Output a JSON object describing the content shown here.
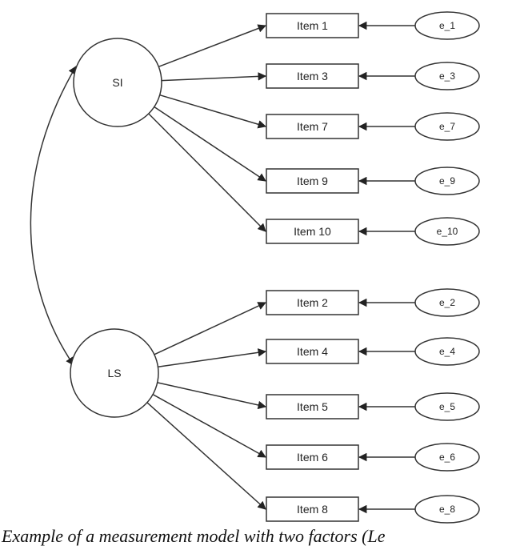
{
  "factors": [
    {
      "id": "SI",
      "label": "SI"
    },
    {
      "id": "LS",
      "label": "LS"
    }
  ],
  "items": [
    {
      "label": "Item 1",
      "factor": "SI",
      "error": "e_1"
    },
    {
      "label": "Item 3",
      "factor": "SI",
      "error": "e_3"
    },
    {
      "label": "Item 7",
      "factor": "SI",
      "error": "e_7"
    },
    {
      "label": "Item 9",
      "factor": "SI",
      "error": "e_9"
    },
    {
      "label": "Item 10",
      "factor": "SI",
      "error": "e_10"
    },
    {
      "label": "Item 2",
      "factor": "LS",
      "error": "e_2"
    },
    {
      "label": "Item 4",
      "factor": "LS",
      "error": "e_4"
    },
    {
      "label": "Item 5",
      "factor": "LS",
      "error": "e_5"
    },
    {
      "label": "Item 6",
      "factor": "LS",
      "error": "e_6"
    },
    {
      "label": "Item 8",
      "factor": "LS",
      "error": "e_8"
    }
  ],
  "correlation": {
    "from": "SI",
    "to": "LS",
    "bidirectional": true
  },
  "caption": "Example of a measurement model with two factors (Le",
  "colors": {
    "stroke": "#333333",
    "text": "#222222",
    "background": "#ffffff"
  }
}
